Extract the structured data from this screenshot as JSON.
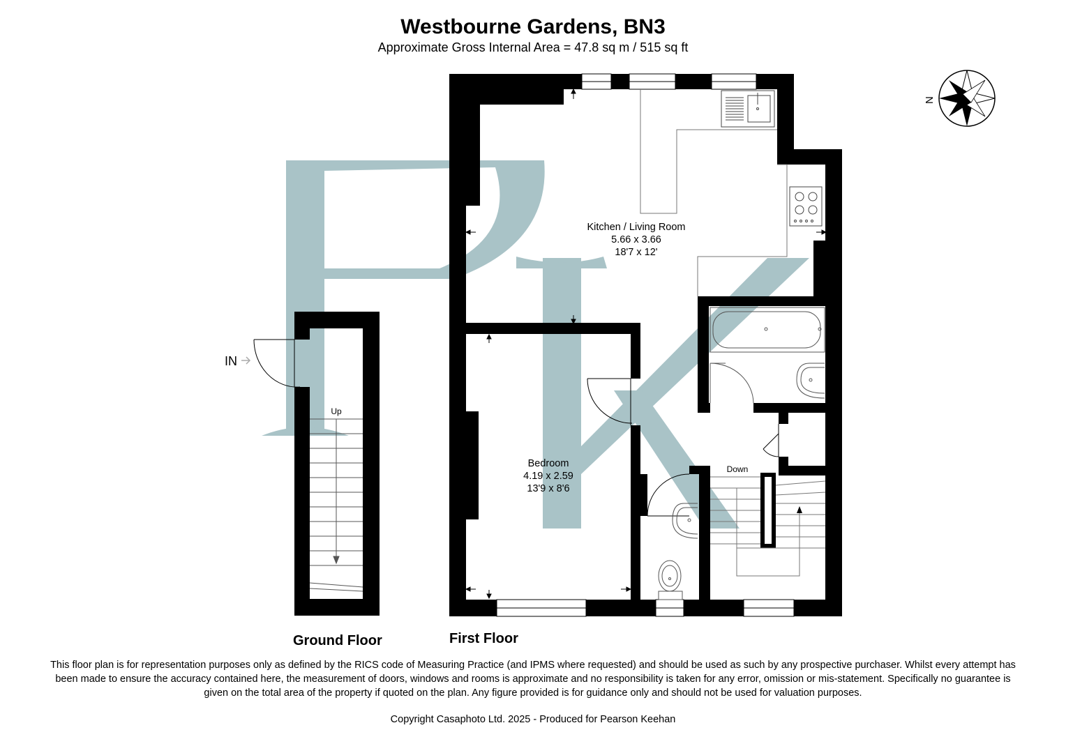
{
  "header": {
    "title": "Westbourne Gardens, BN3",
    "subtitle": "Approximate Gross Internal Area = 47.8 sq m / 515 sq ft"
  },
  "compass": {
    "label": "N"
  },
  "entrance": {
    "label": "IN"
  },
  "ground_floor": {
    "label": "Ground Floor",
    "stairs_label": "Up"
  },
  "first_floor": {
    "label": "First Floor",
    "stairs_label": "Down",
    "rooms": [
      {
        "name": "Kitchen / Living Room",
        "metric": "5.66 x 3.66",
        "imperial": "18'7 x 12'"
      },
      {
        "name": "Bedroom",
        "metric": "4.19 x 2.59",
        "imperial": "13'9 x 8'6"
      }
    ]
  },
  "watermark": {
    "color": "#a9c3c7",
    "letters": "PK"
  },
  "colors": {
    "wall": "#000000",
    "background": "#ffffff"
  },
  "disclaimer": "This floor plan is for representation purposes only as defined by the RICS code of Measuring Practice (and IPMS where requested) and should be used as such by any prospective purchaser. Whilst every attempt has been made to ensure the accuracy contained here, the measurement of doors, windows and rooms is approximate and no responsibility is taken for any error, omission or mis-statement. Specifically no guarantee is given on the total area of the property if quoted on the plan. Any figure provided is for guidance only and should not be used for valuation purposes.",
  "copyright": "Copyright Casaphoto Ltd. 2025 - Produced for Pearson Keehan"
}
